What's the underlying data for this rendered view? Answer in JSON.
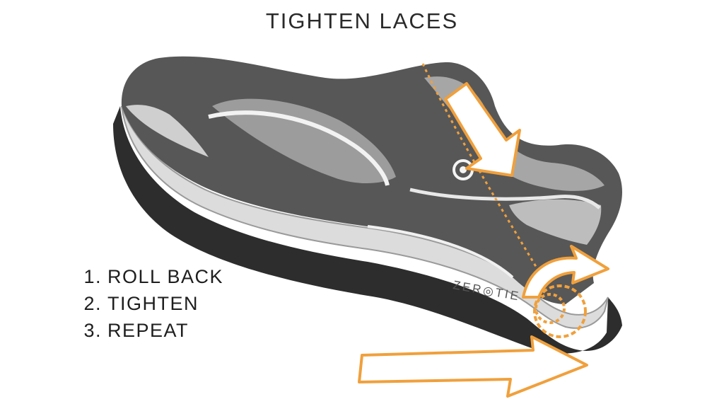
{
  "title": "TIGHTEN LACES",
  "steps": [
    {
      "number": "1.",
      "label": "ROLL BACK"
    },
    {
      "number": "2.",
      "label": "TIGHTEN"
    },
    {
      "number": "3.",
      "label": "REPEAT"
    }
  ],
  "brand": {
    "part1": "ZER",
    "part2": "TIE"
  },
  "colors": {
    "accent": "#f0a03c",
    "shoe_dark": "#4a4a4a",
    "shoe_mid": "#8a8a8a",
    "shoe_light": "#d8d8d8"
  },
  "icons": [
    "down-arrow-icon",
    "curved-arrow-icon",
    "right-arrow-icon",
    "dial-icon"
  ]
}
